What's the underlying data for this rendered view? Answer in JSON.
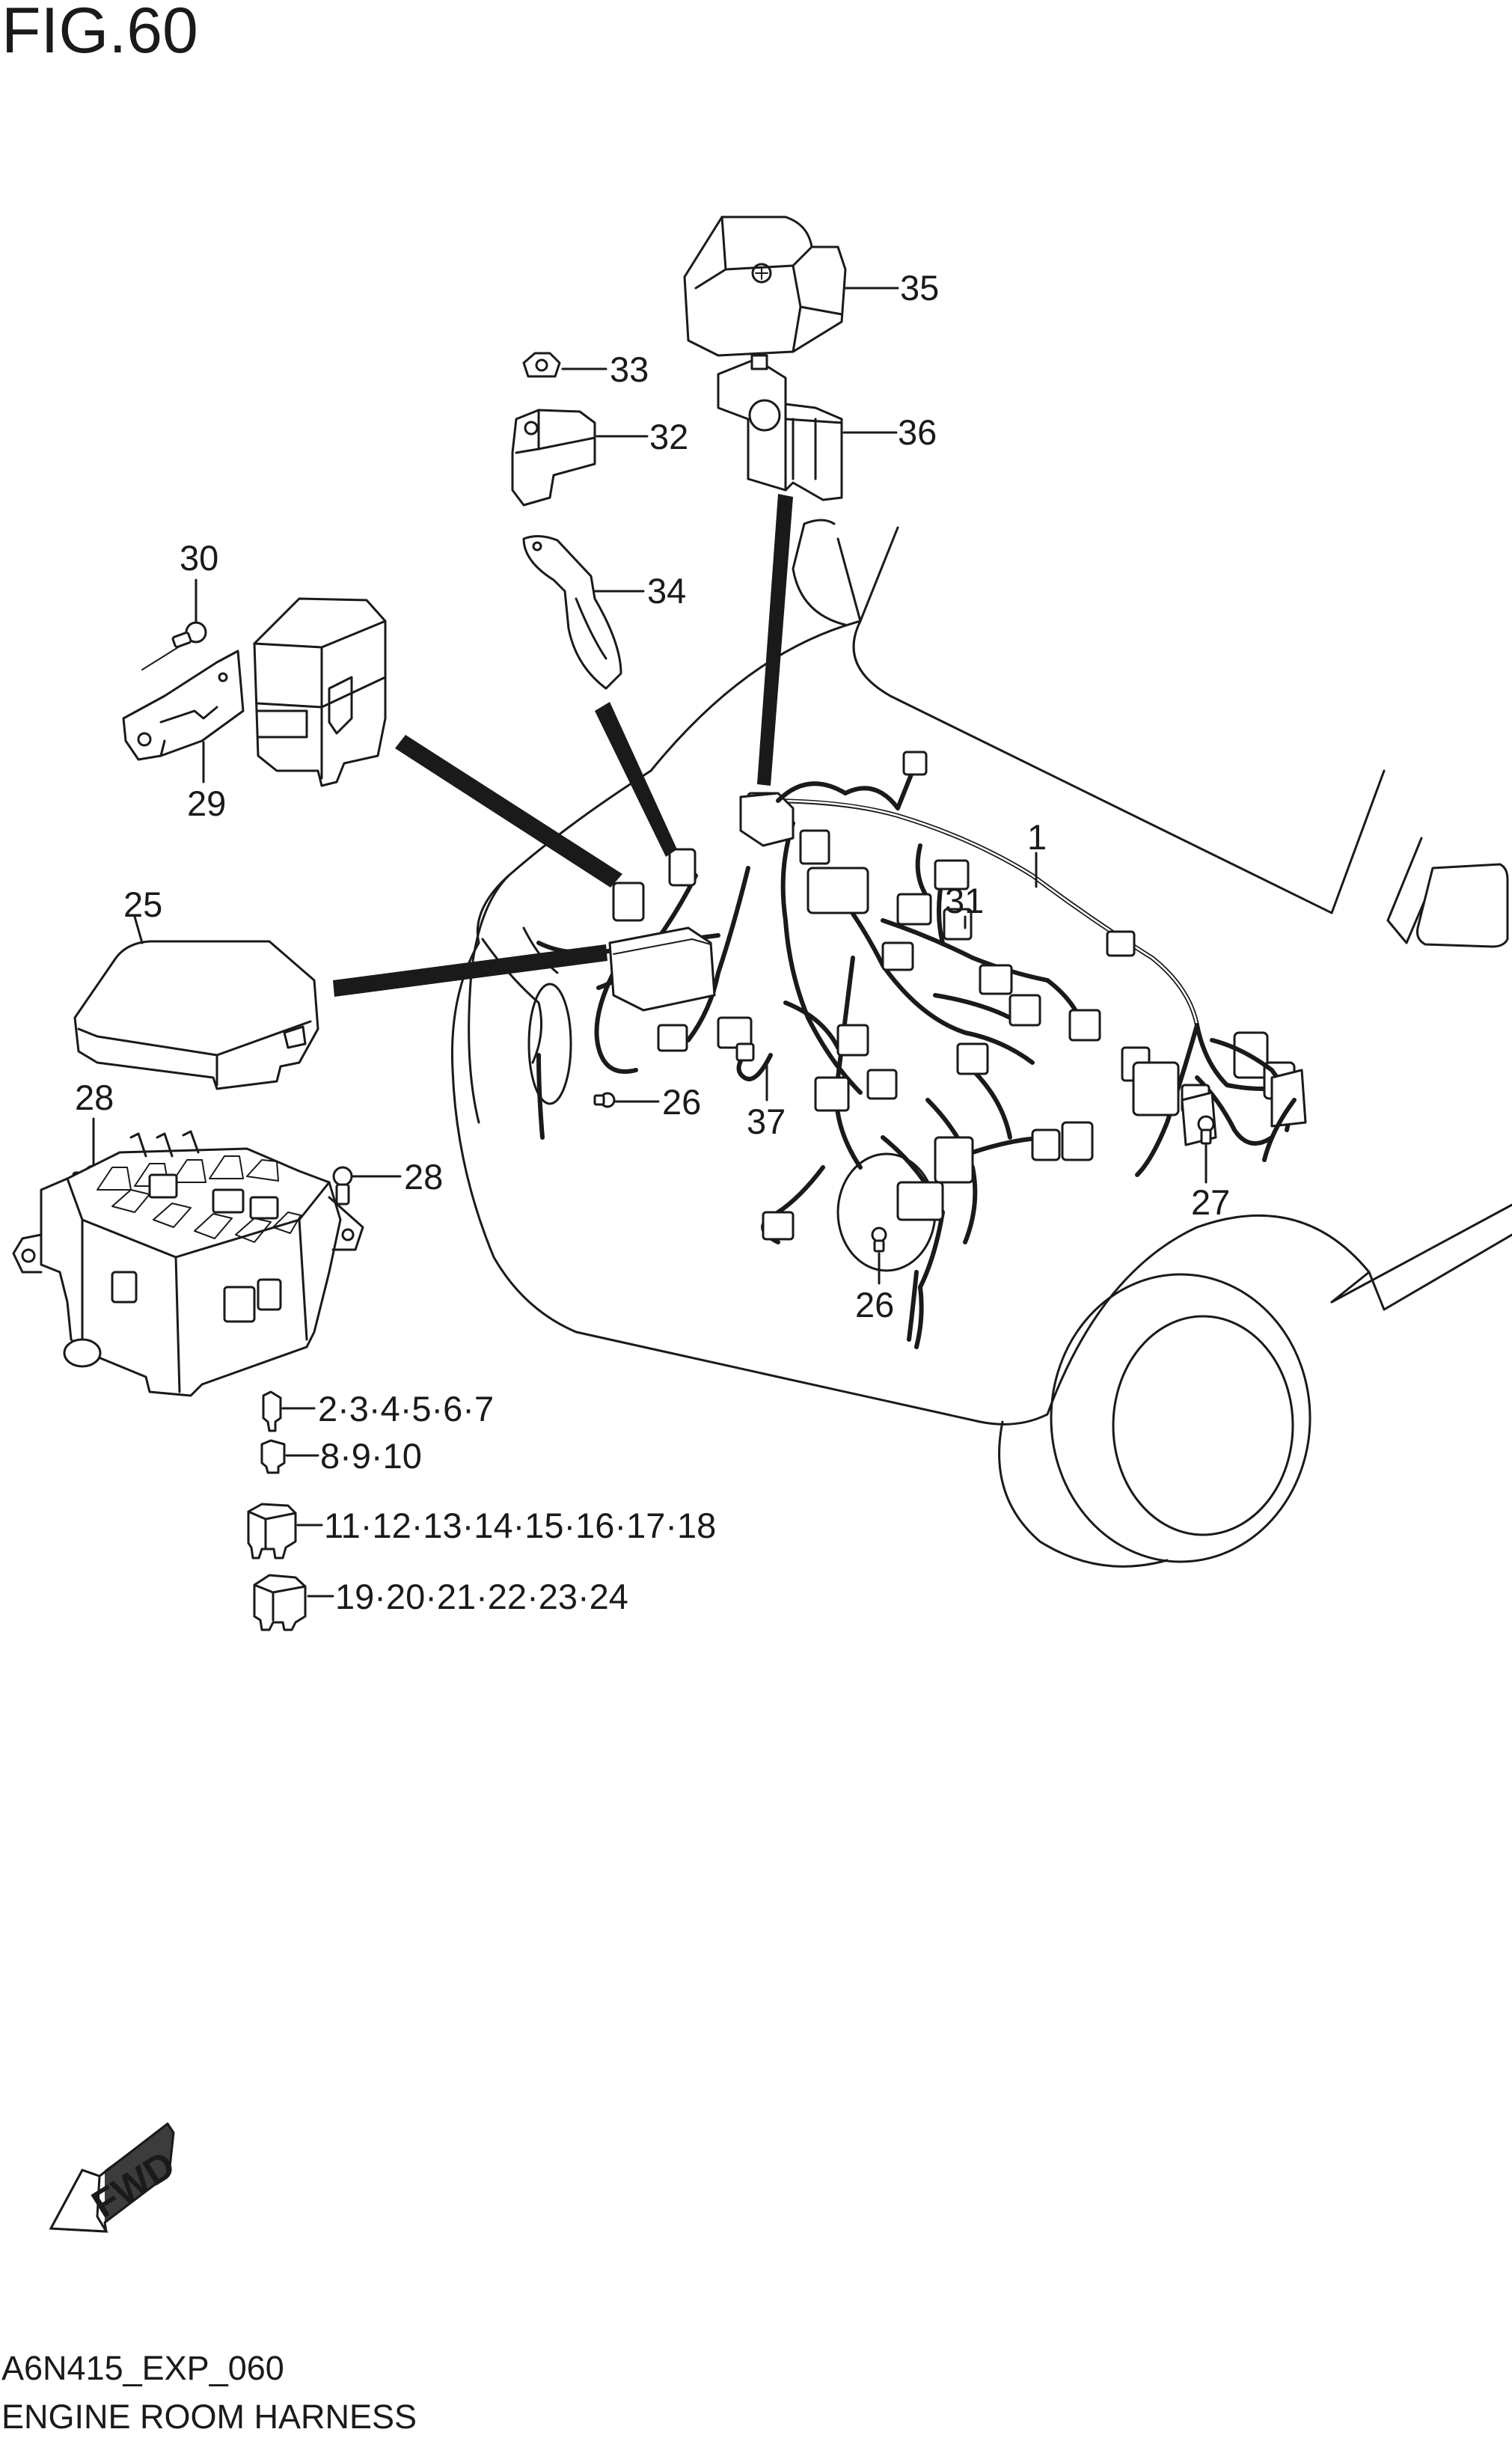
{
  "figure": {
    "title": "FIG.60",
    "code": "A6N415_EXP_060",
    "name": "ENGINE ROOM HARNESS",
    "fwd_label": "FWD"
  },
  "callouts": {
    "c1": "1",
    "c25": "25",
    "c26a": "26",
    "c26b": "26",
    "c27": "27",
    "c28a": "28",
    "c28b": "28",
    "c29": "29",
    "c30": "30",
    "c31": "31",
    "c32": "32",
    "c33": "33",
    "c34": "34",
    "c35": "35",
    "c36": "36",
    "c37": "37"
  },
  "legend": [
    {
      "symbol": "mini-fuse-icon",
      "label": "2·3·4·5·6·7"
    },
    {
      "symbol": "fuse-icon",
      "label": "8·9·10"
    },
    {
      "symbol": "relay-icon",
      "label": "11·12·13·14·15·16·17·18"
    },
    {
      "symbol": "large-relay-icon",
      "label": "19·20·21·22·23·24"
    }
  ]
}
